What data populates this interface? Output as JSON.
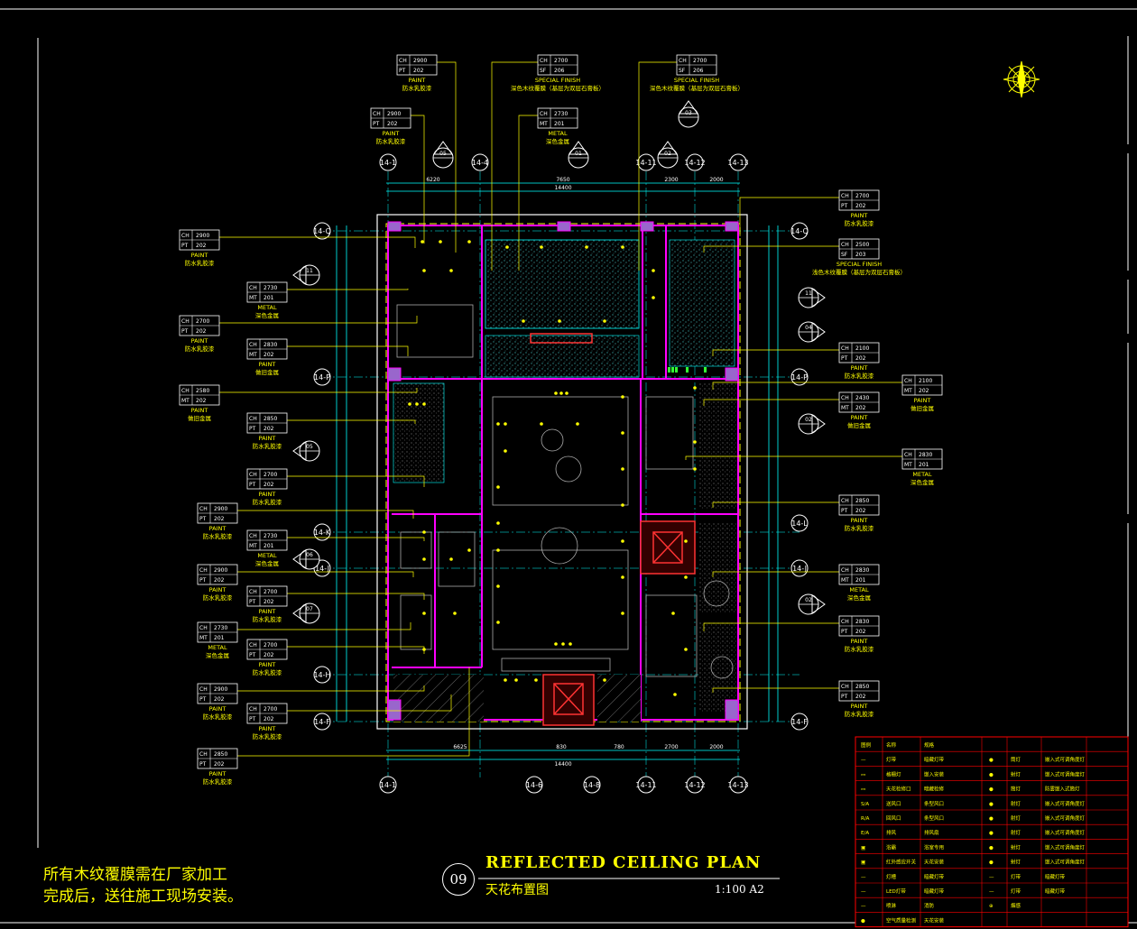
{
  "drawing": {
    "title_en": "REFLECTED CEILING PLAN",
    "title_cn": "天花布置图",
    "number": "09",
    "scale": "1:100 A2",
    "note_line1": "所有木纹覆膜需在厂家加工",
    "note_line2": "完成后，送往施工现场安装。"
  },
  "colors": {
    "background": "#000000",
    "annotation": "#ffff00",
    "dimension": "#00ffff",
    "wall": "#ff00ff",
    "grid": "#ffffff",
    "fixture": "#ff0000"
  },
  "top_grid_labels": [
    "14-1",
    "14-4",
    "14-11",
    "14-12",
    "14-13"
  ],
  "bottom_grid_labels": [
    "14-1",
    "14-6",
    "14-8",
    "14-11",
    "14-12",
    "14-13"
  ],
  "left_grid_labels": [
    "14-Q",
    "14-P",
    "14-K",
    "14-J",
    "14-H",
    "14-F"
  ],
  "right_grid_labels": [
    "14-Q",
    "14-P",
    "14-L",
    "14-J",
    "14-F"
  ],
  "top_dims": [
    "6220",
    "7650",
    "2300",
    "2000",
    "14400"
  ],
  "bottom_dims": [
    "6625",
    "830",
    "780",
    "2700",
    "2000",
    "14400"
  ],
  "tags": [
    {
      "id": "t1",
      "ch": "2900",
      "code": "PT",
      "num": "202",
      "type": "PAINT",
      "cn": "防水乳胶漆"
    },
    {
      "id": "t2",
      "ch": "2700",
      "code": "SF",
      "num": "206",
      "type": "SPECIAL FINISH",
      "cn": "深色木纹覆膜（基层为双层石膏板）"
    },
    {
      "id": "t3",
      "ch": "2700",
      "code": "SF",
      "num": "206",
      "type": "SPECIAL FINISH",
      "cn": "深色木纹覆膜（基层为双层石膏板）"
    },
    {
      "id": "t4",
      "ch": "2900",
      "code": "PT",
      "num": "202",
      "type": "PAINT",
      "cn": "防水乳胶漆"
    },
    {
      "id": "t5",
      "ch": "2730",
      "code": "MT",
      "num": "201",
      "type": "METAL",
      "cn": "深色金属"
    },
    {
      "id": "t6",
      "ch": "2900",
      "code": "PT",
      "num": "202",
      "type": "PAINT",
      "cn": "防水乳胶漆"
    },
    {
      "id": "t7",
      "ch": "2730",
      "code": "MT",
      "num": "201",
      "type": "METAL",
      "cn": "深色金属"
    },
    {
      "id": "t8",
      "ch": "2700",
      "code": "PT",
      "num": "202",
      "type": "PAINT",
      "cn": "防水乳胶漆"
    },
    {
      "id": "t9",
      "ch": "2830",
      "code": "MT",
      "num": "202",
      "type": "PAINT",
      "cn": "做旧金属"
    },
    {
      "id": "t10",
      "ch": "2580",
      "code": "MT",
      "num": "202",
      "type": "PAINT",
      "cn": "做旧金属"
    },
    {
      "id": "t11",
      "ch": "2850",
      "code": "PT",
      "num": "202",
      "type": "PAINT",
      "cn": "防水乳胶漆"
    },
    {
      "id": "t12",
      "ch": "2700",
      "code": "PT",
      "num": "202",
      "type": "PAINT",
      "cn": "防水乳胶漆"
    },
    {
      "id": "t13",
      "ch": "2900",
      "code": "PT",
      "num": "202",
      "type": "PAINT",
      "cn": "防水乳胶漆"
    },
    {
      "id": "t14",
      "ch": "2730",
      "code": "MT",
      "num": "201",
      "type": "METAL",
      "cn": "深色金属"
    },
    {
      "id": "t15",
      "ch": "2900",
      "code": "PT",
      "num": "202",
      "type": "PAINT",
      "cn": "防水乳胶漆"
    },
    {
      "id": "t16",
      "ch": "2700",
      "code": "PT",
      "num": "202",
      "type": "PAINT",
      "cn": "防水乳胶漆"
    },
    {
      "id": "t17",
      "ch": "2730",
      "code": "MT",
      "num": "201",
      "type": "METAL",
      "cn": "深色金属"
    },
    {
      "id": "t18",
      "ch": "2700",
      "code": "PT",
      "num": "202",
      "type": "PAINT",
      "cn": "防水乳胶漆"
    },
    {
      "id": "t19",
      "ch": "2900",
      "code": "PT",
      "num": "202",
      "type": "PAINT",
      "cn": "防水乳胶漆"
    },
    {
      "id": "t20",
      "ch": "2700",
      "code": "PT",
      "num": "202",
      "type": "PAINT",
      "cn": "防水乳胶漆"
    },
    {
      "id": "t21",
      "ch": "2850",
      "code": "PT",
      "num": "202",
      "type": "PAINT",
      "cn": "防水乳胶漆"
    },
    {
      "id": "t22",
      "ch": "2700",
      "code": "PT",
      "num": "202",
      "type": "PAINT",
      "cn": "防水乳胶漆"
    },
    {
      "id": "t23",
      "ch": "2500",
      "code": "SF",
      "num": "203",
      "type": "SPECIAL FINISH",
      "cn": "浅色木纹覆膜（基层为双层石膏板）"
    },
    {
      "id": "t24",
      "ch": "2100",
      "code": "PT",
      "num": "202",
      "type": "PAINT",
      "cn": "防水乳胶漆"
    },
    {
      "id": "t25",
      "ch": "2100",
      "code": "MT",
      "num": "202",
      "type": "PAINT",
      "cn": "做旧金属"
    },
    {
      "id": "t26",
      "ch": "2430",
      "code": "MT",
      "num": "202",
      "type": "PAINT",
      "cn": "做旧金属"
    },
    {
      "id": "t27",
      "ch": "2830",
      "code": "MT",
      "num": "201",
      "type": "METAL",
      "cn": "深色金属"
    },
    {
      "id": "t28",
      "ch": "2850",
      "code": "PT",
      "num": "202",
      "type": "PAINT",
      "cn": "防水乳胶漆"
    },
    {
      "id": "t29",
      "ch": "2830",
      "code": "MT",
      "num": "201",
      "type": "METAL",
      "cn": "深色金属"
    },
    {
      "id": "t30",
      "ch": "2830",
      "code": "PT",
      "num": "202",
      "type": "PAINT",
      "cn": "防水乳胶漆"
    },
    {
      "id": "t31",
      "ch": "2850",
      "code": "PT",
      "num": "202",
      "type": "PAINT",
      "cn": "防水乳胶漆"
    }
  ],
  "legend": {
    "rows": [
      {
        "sym": "图例",
        "name": "名称",
        "desc": "规格",
        "sym2": "",
        "name2": "",
        "desc2": ""
      },
      {
        "sym": "—",
        "name": "灯带",
        "desc": "暗藏灯带",
        "sym2": "●",
        "name2": "筒灯",
        "desc2": "嵌入式可调角度灯"
      },
      {
        "sym": "▭",
        "name": "格栅灯",
        "desc": "嵌入安装",
        "sym2": "●",
        "name2": "射灯",
        "desc2": "嵌入式可调角度灯"
      },
      {
        "sym": "▭",
        "name": "天花检修口",
        "desc": "暗藏检修",
        "sym2": "●",
        "name2": "筒灯",
        "desc2": "防雾嵌入式筒灯"
      },
      {
        "sym": "S/A",
        "name": "送风口",
        "desc": "条型风口",
        "sym2": "●",
        "name2": "射灯",
        "desc2": "嵌入式可调角度灯"
      },
      {
        "sym": "R/A",
        "name": "回风口",
        "desc": "条型风口",
        "sym2": "●",
        "name2": "射灯",
        "desc2": "嵌入式可调角度灯"
      },
      {
        "sym": "E/A",
        "name": "排风",
        "desc": "排风扇",
        "sym2": "●",
        "name2": "射灯",
        "desc2": "嵌入式可调角度灯"
      },
      {
        "sym": "▣",
        "name": "浴霸",
        "desc": "浴室专用",
        "sym2": "●",
        "name2": "射灯",
        "desc2": "嵌入式可调角度灯"
      },
      {
        "sym": "▣",
        "name": "红外感应开关",
        "desc": "天花安装",
        "sym2": "●",
        "name2": "射灯",
        "desc2": "嵌入式可调角度灯"
      },
      {
        "sym": "—",
        "name": "灯槽",
        "desc": "暗藏灯带",
        "sym2": "—",
        "name2": "灯带",
        "desc2": "暗藏灯带"
      },
      {
        "sym": "—",
        "name": "LED灯带",
        "desc": "暗藏灯带",
        "sym2": "—",
        "name2": "灯带",
        "desc2": "暗藏灯带"
      },
      {
        "sym": "—",
        "name": "喷淋",
        "desc": "消防",
        "sym2": "⊕",
        "name2": "烟感",
        "desc2": ""
      },
      {
        "sym": "●",
        "name": "空气质量检测",
        "desc": "天花安装",
        "sym2": "",
        "name2": "",
        "desc2": ""
      }
    ]
  }
}
